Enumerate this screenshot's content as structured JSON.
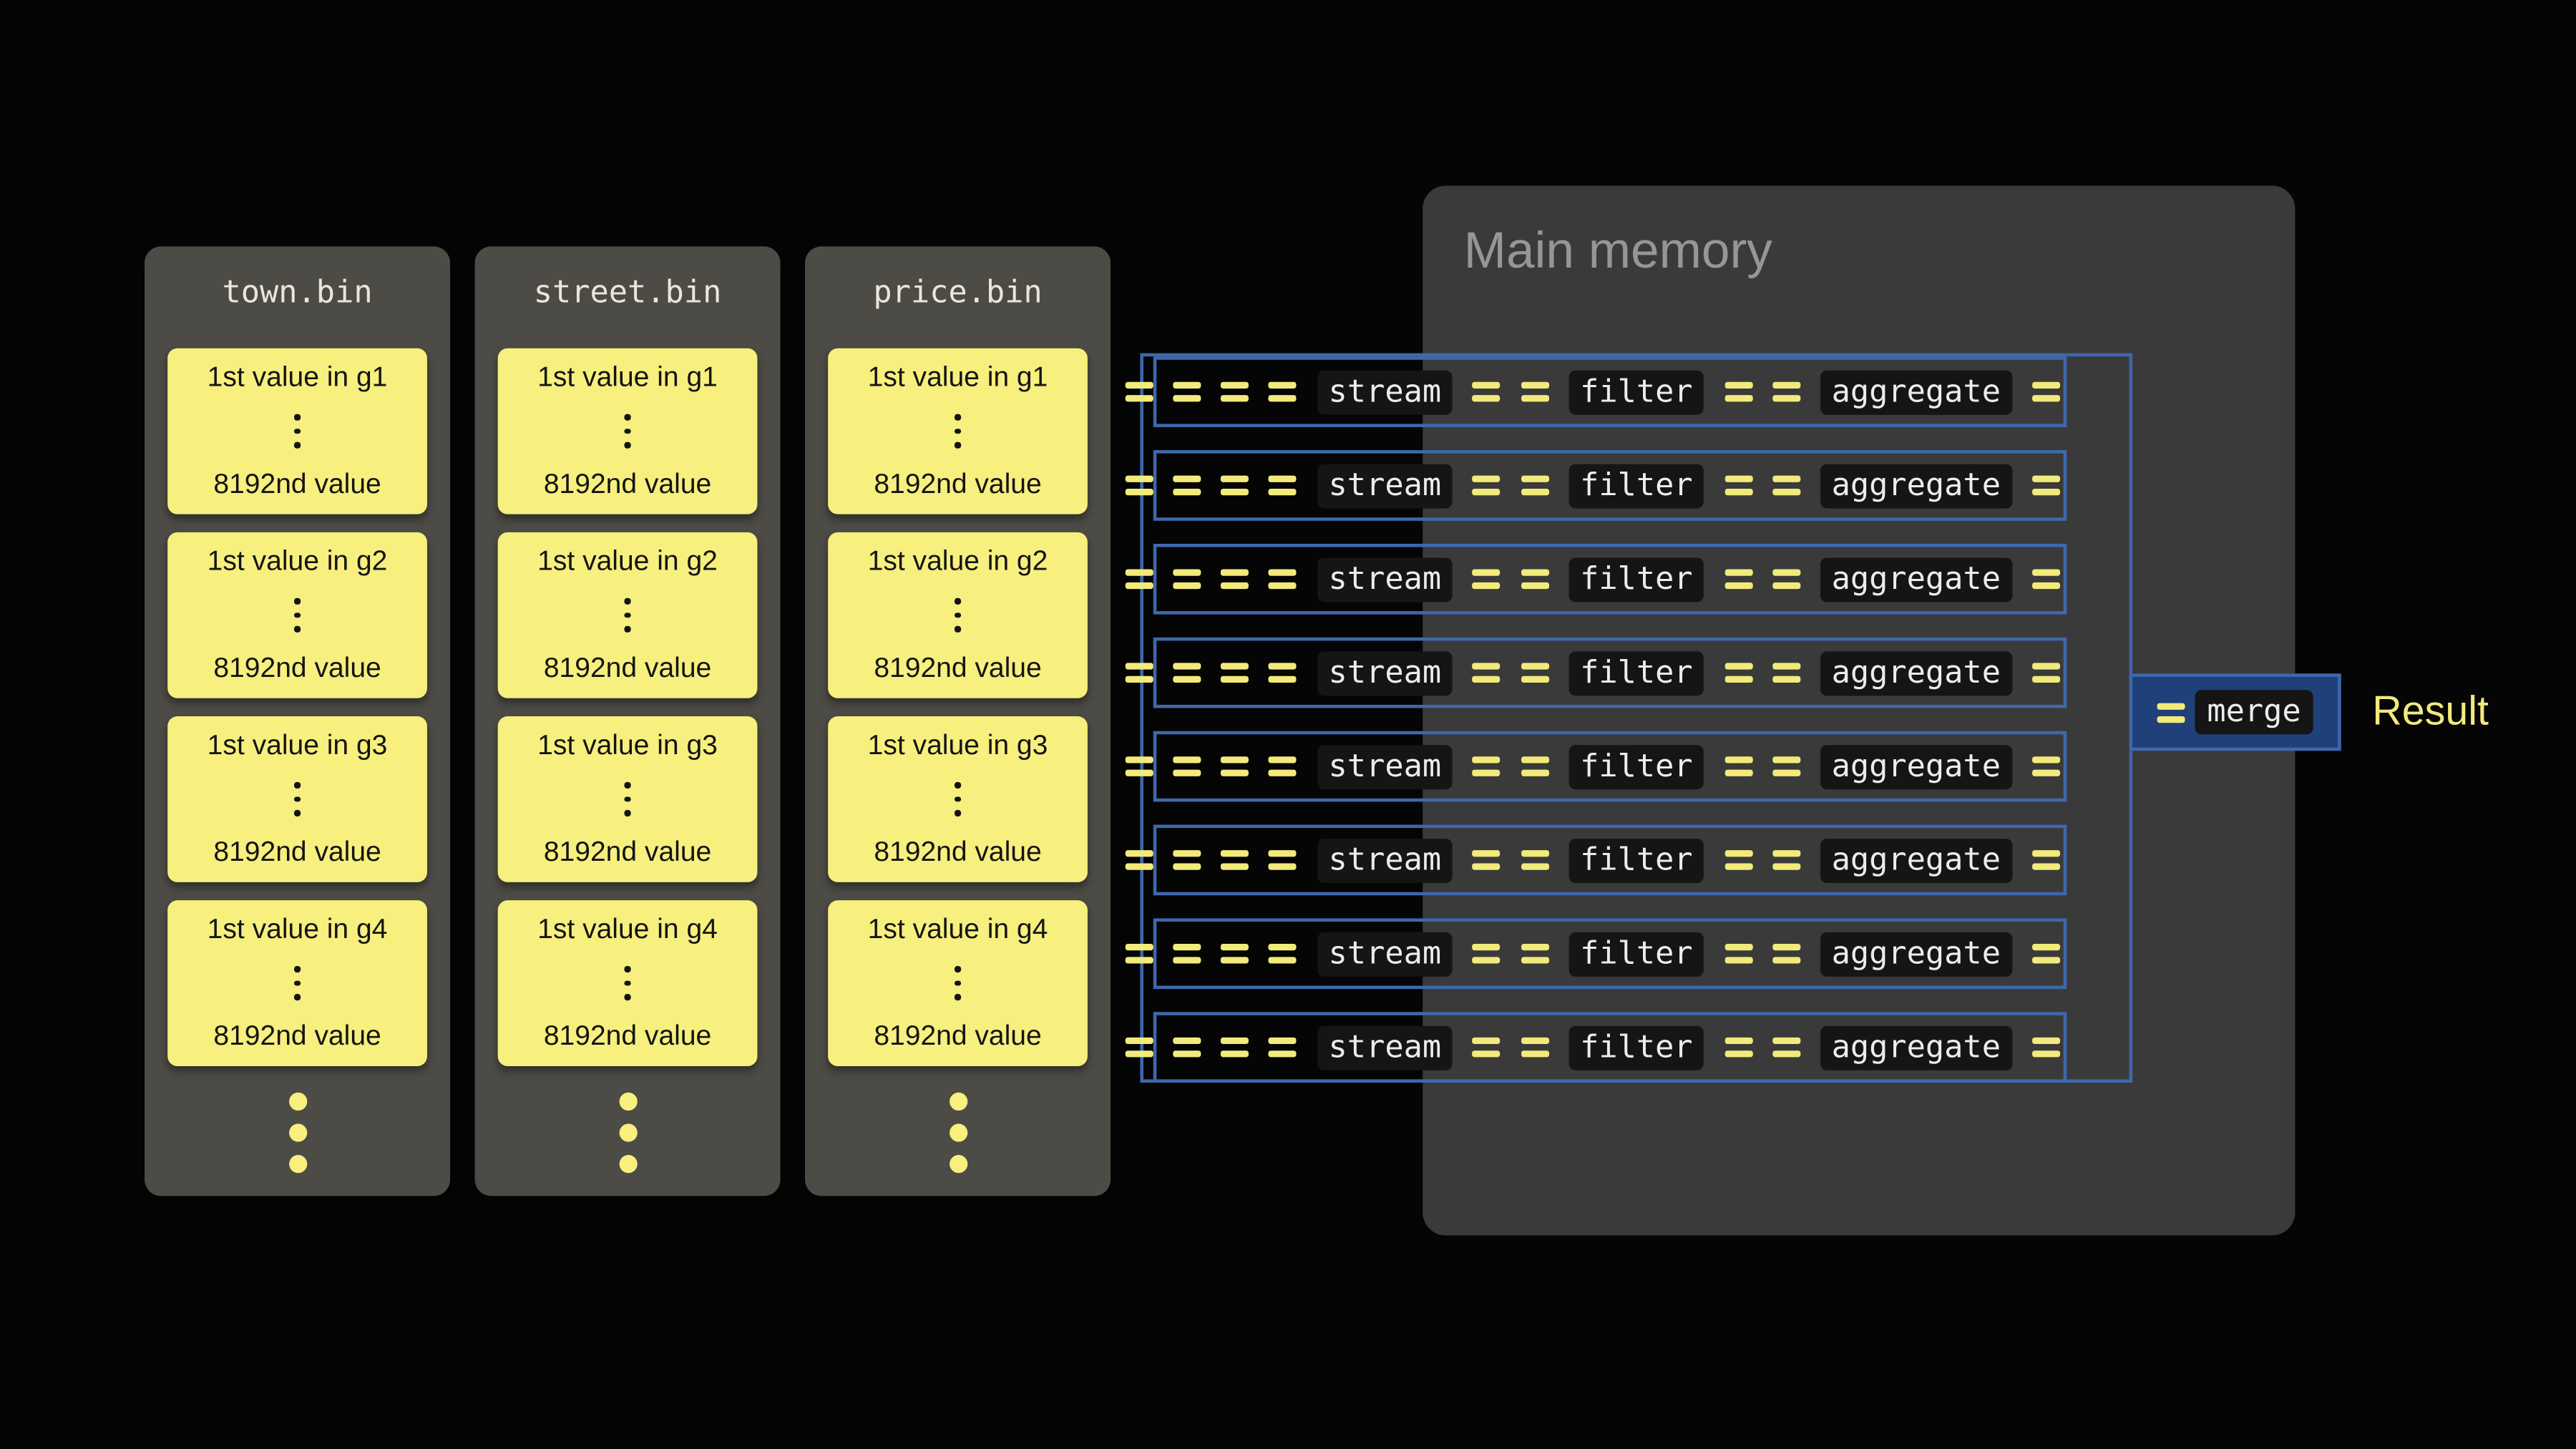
{
  "memory": {
    "title": "Main memory"
  },
  "files": [
    {
      "name": "town.bin",
      "groups": [
        {
          "first": "1st value in g1",
          "last": "8192nd value"
        },
        {
          "first": "1st value in g2",
          "last": "8192nd value"
        },
        {
          "first": "1st value in g3",
          "last": "8192nd value"
        },
        {
          "first": "1st value in g4",
          "last": "8192nd value"
        }
      ]
    },
    {
      "name": "street.bin",
      "groups": [
        {
          "first": "1st value in g1",
          "last": "8192nd value"
        },
        {
          "first": "1st value in g2",
          "last": "8192nd value"
        },
        {
          "first": "1st value in g3",
          "last": "8192nd value"
        },
        {
          "first": "1st value in g4",
          "last": "8192nd value"
        }
      ]
    },
    {
      "name": "price.bin",
      "groups": [
        {
          "first": "1st value in g1",
          "last": "8192nd value"
        },
        {
          "first": "1st value in g2",
          "last": "8192nd value"
        },
        {
          "first": "1st value in g3",
          "last": "8192nd value"
        },
        {
          "first": "1st value in g4",
          "last": "8192nd value"
        }
      ]
    }
  ],
  "pipeline": {
    "lane_count": 8,
    "segments": [
      {
        "type": "eq",
        "count": 4
      },
      {
        "type": "badge",
        "label": "stream"
      },
      {
        "type": "eq",
        "count": 2
      },
      {
        "type": "badge",
        "label": "filter"
      },
      {
        "type": "eq",
        "count": 2
      },
      {
        "type": "badge",
        "label": "aggregate"
      },
      {
        "type": "eq",
        "count": 1
      }
    ],
    "merge_label": "merge",
    "result_label": "Result"
  },
  "colors": {
    "accent_blue": "#3e68ad",
    "accent_yellow": "#f2ea7a",
    "granule_yellow": "#f7ef7e",
    "file_panel_gray": "#4d4b45",
    "memory_panel_gray": "#3a3a3a"
  }
}
